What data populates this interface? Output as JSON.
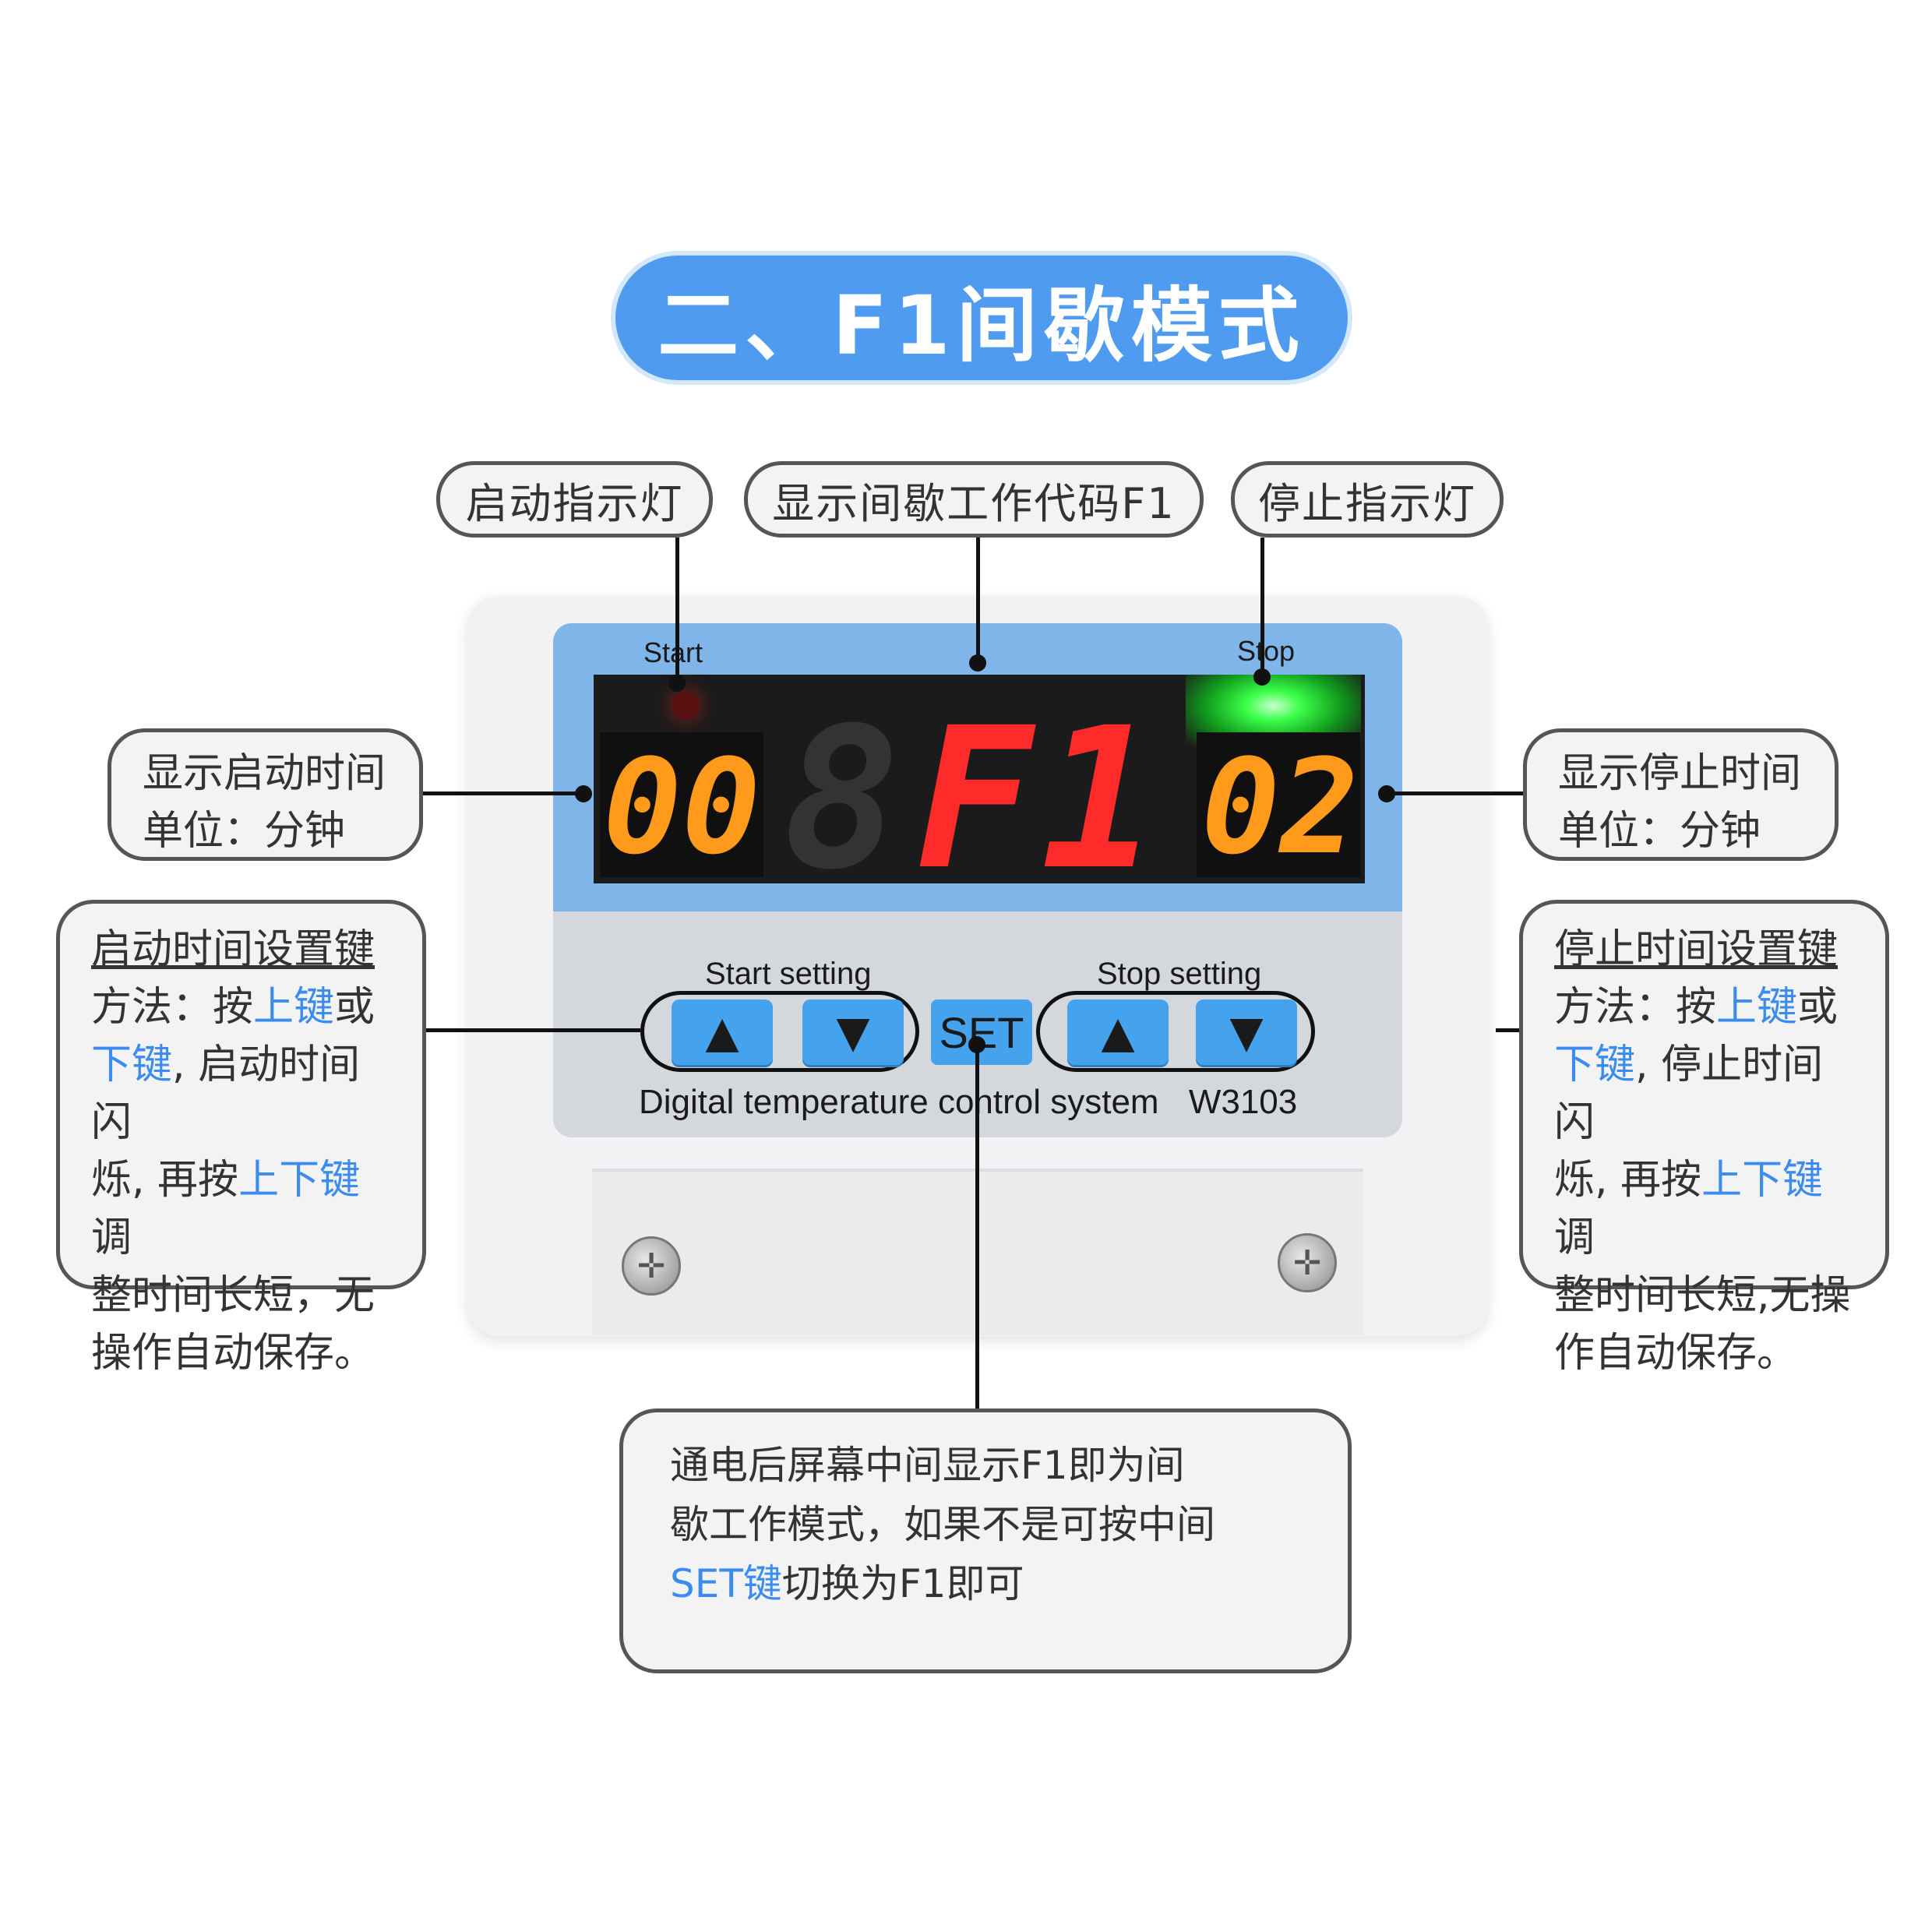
{
  "title": "二、F1间歇模式",
  "callouts": {
    "start_indicator": "启动指示灯",
    "code_display": "显示间歇工作代码F1",
    "stop_indicator": "停止指示灯",
    "start_time_line1": "显示启动时间",
    "start_time_line2": "单位：分钟",
    "stop_time_line1": "显示停止时间",
    "stop_time_line2": "单位：分钟"
  },
  "start_key_note": {
    "title": "启动时间设置键",
    "l2a": "方法：按",
    "l2b": "上键",
    "l2c": "或",
    "l3a": "下键",
    "l3b": ", 启动时间闪",
    "l4a": "烁, 再按",
    "l4b": "上下键",
    "l4c": "调",
    "l5": "整时间长短，无",
    "l6": "操作自动保存。"
  },
  "stop_key_note": {
    "title": "停止时间设置键",
    "l2a": "方法：按",
    "l2b": "上键",
    "l2c": "或",
    "l3a": "下键",
    "l3b": ", 停止时间闪",
    "l4a": "烁, 再按",
    "l4b": "上下键",
    "l4c": "调",
    "l5": "整时间长短,无操",
    "l6": "作自动保存。"
  },
  "set_note": {
    "l1": "通电后屏幕中间显示F1即为间",
    "l2": "歇工作模式，如果不是可按中间",
    "l3a": "SET键",
    "l3b": "切换为F1即可"
  },
  "device": {
    "start_label": "Start",
    "stop_label": "Stop",
    "start_digits": "00",
    "code_digits": "F1",
    "stop_digits": "02",
    "start_setting_label": "Start setting",
    "stop_setting_label": "Stop setting",
    "set_key": "SET",
    "model_text": "Digital temperature control system",
    "model_number": "W3103",
    "start_led_on": false,
    "stop_led_on": true
  },
  "colors": {
    "title_bg": "#4f9bf0",
    "accent_text": "#3c8cf0",
    "digit_orange": "#ff9a1a",
    "digit_red": "#ff2a2a",
    "led_green": "#3cff4a",
    "key_blue": "#45a3ee"
  }
}
